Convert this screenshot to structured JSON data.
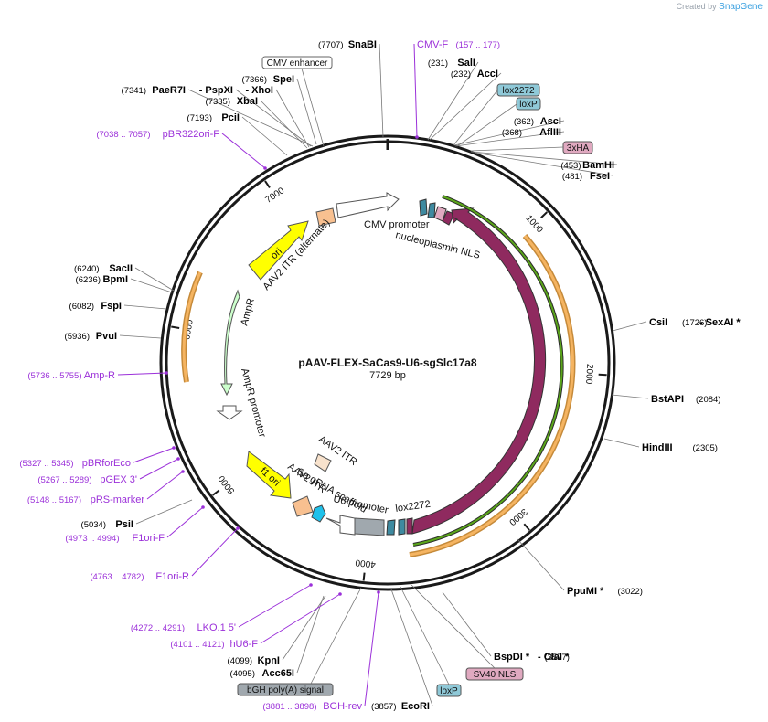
{
  "credit": {
    "prefix": "Created by",
    "brand": "SnapGene"
  },
  "plasmid": {
    "name": "pAAV-FLEX-SaCas9-U6-sgSlc17a8",
    "size_label": "7729 bp",
    "length": 7729
  },
  "ticks": [
    "1000",
    "2000",
    "3000",
    "4000",
    "5000",
    "6000",
    "7000"
  ],
  "enzymes": [
    {
      "name": "SnaBI",
      "pos": "(7707)"
    },
    {
      "name": "SalI",
      "pos": "(231)"
    },
    {
      "name": "AccI",
      "pos": "(232)"
    },
    {
      "name": "SpeI",
      "pos": "(7366)"
    },
    {
      "name": "PaeR7I",
      "pos": "(7341)"
    },
    {
      "name": "- PspXI",
      "pos": ""
    },
    {
      "name": "- XhoI",
      "pos": ""
    },
    {
      "name": "XbaI",
      "pos": "(7335)"
    },
    {
      "name": "PciI",
      "pos": "(7193)"
    },
    {
      "name": "AscI",
      "pos": "(362)"
    },
    {
      "name": "AflIII",
      "pos": "(368)"
    },
    {
      "name": "BamHI",
      "pos": "(453)"
    },
    {
      "name": "FseI",
      "pos": "(481)"
    },
    {
      "name": "SacII",
      "pos": "(6240)"
    },
    {
      "name": "BpmI",
      "pos": "(6236)"
    },
    {
      "name": "FspI",
      "pos": "(6082)"
    },
    {
      "name": "PvuI",
      "pos": "(5936)"
    },
    {
      "name": "CsiI",
      "pos": "(1726)"
    },
    {
      "name": "- SexAI *",
      "pos": ""
    },
    {
      "name": "BstAPI",
      "pos": "(2084)"
    },
    {
      "name": "HindIII",
      "pos": "(2305)"
    },
    {
      "name": "PsiI",
      "pos": "(5034)"
    },
    {
      "name": "PpuMI *",
      "pos": "(3022)"
    },
    {
      "name": "KpnI",
      "pos": "(4099)"
    },
    {
      "name": "Acc65I",
      "pos": "(4095)"
    },
    {
      "name": "BspDI *",
      "pos": "(3577)"
    },
    {
      "name": "- ClaI *",
      "pos": ""
    },
    {
      "name": "EcoRI",
      "pos": "(3857)"
    }
  ],
  "primers": [
    {
      "name": "CMV-F",
      "pos": "(157 .. 177)"
    },
    {
      "name": "pBR322ori-F",
      "pos": "(7038 .. 7057)"
    },
    {
      "name": "Amp-R",
      "pos": "(5736 .. 5755)"
    },
    {
      "name": "pBRforEco",
      "pos": "(5327 .. 5345)"
    },
    {
      "name": "pGEX 3'",
      "pos": "(5267 .. 5289)"
    },
    {
      "name": "pRS-marker",
      "pos": "(5148 .. 5167)"
    },
    {
      "name": "F1ori-F",
      "pos": "(4973 .. 4994)"
    },
    {
      "name": "F1ori-R",
      "pos": "(4763 .. 4782)"
    },
    {
      "name": "LKO.1 5'",
      "pos": "(4272 .. 4291)"
    },
    {
      "name": "hU6-F",
      "pos": "(4101 .. 4121)"
    },
    {
      "name": "BGH-rev",
      "pos": "(3881 .. 3898)"
    }
  ],
  "boxed_features": {
    "cmv_enhancer": "CMV enhancer",
    "lox2272": "lox2272",
    "loxP_top": "loxP",
    "ha3x": "3xHA",
    "sv40_nls": "SV40 NLS",
    "loxP_bottom": "loxP",
    "bgh_polyA": "bGH poly(A) signal"
  },
  "inner_labels": {
    "cmv_promoter": "CMV promoter",
    "nucleoplasmin_nls": "nucleoplasmin NLS",
    "aav2_itr_alt": "AAV2 ITR (alternate)",
    "ori": "ori",
    "ampr": "AmpR",
    "ampr_promoter": "AmpR promoter",
    "sacas9": "SaCas9",
    "aav2_itr_a": "AAV2 ITR",
    "aav2_itr_b": "AAV2 ITR",
    "f1_ori": "f1 ori",
    "sa_grna_scaffold": "Sa gRNA scaffold",
    "u6_promoter": "U6 promoter",
    "lox2272_inner": "lox2272"
  },
  "colors": {
    "backbone": "#1a1a1a",
    "enzyme": "#000000",
    "primer": "#9b30d9",
    "sacas9": "#8f2a5f",
    "orf_track": "#f5b461",
    "green_track": "#5aa51a",
    "ori": "#ffff00",
    "ampr": "#ccffcc",
    "itr": "#f8c090",
    "loxp": "#8fc9d8",
    "ha": "#e0a9c0",
    "u6": "#a0a8ae",
    "grna": "#1fc1ea"
  }
}
